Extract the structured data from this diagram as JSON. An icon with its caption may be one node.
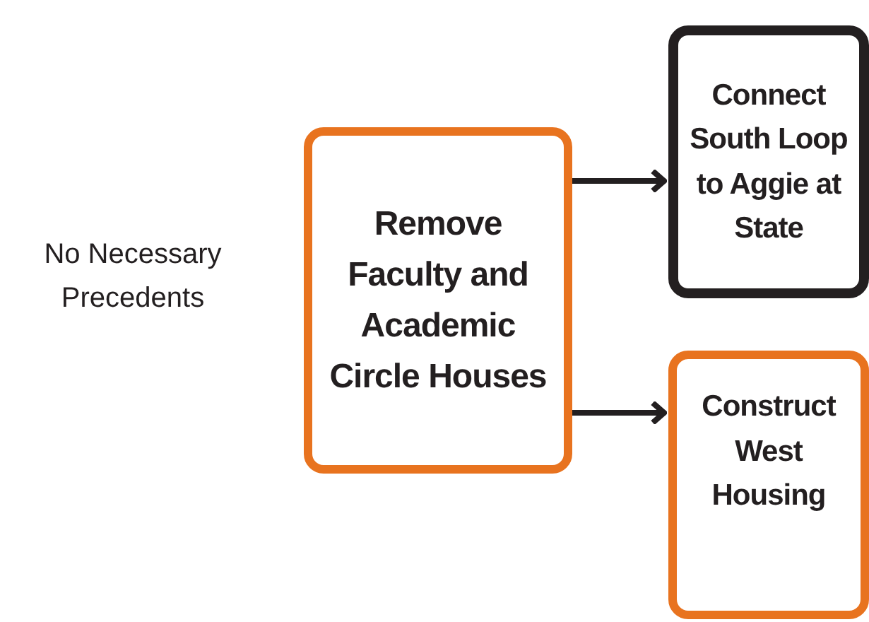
{
  "diagram": {
    "nodes": [
      {
        "text": [
          "Remove Faculty and Academic Circle Houses"
        ]
      },
      {
        "text": [
          "Connect South Loop to Aggie at State"
        ]
      },
      {
        "text": [
          "Construct West Housing"
        ]
      }
    ],
    "edges": [
      {
        "from": 0,
        "to": 1,
        "arrow": "to"
      },
      {
        "from": 0,
        "to": 2,
        "arrow": "to"
      }
    ],
    "labels": [
      "No Necessary Precedents"
    ]
  }
}
